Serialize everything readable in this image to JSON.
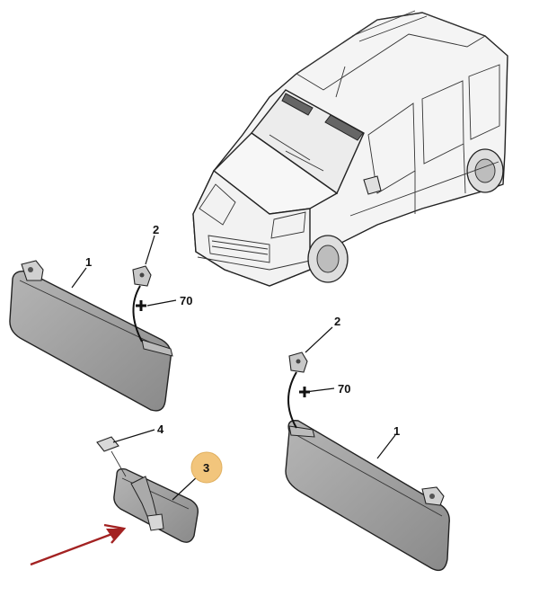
{
  "diagram": {
    "callouts": [
      {
        "id": "visor-left-label",
        "text": "1"
      },
      {
        "id": "clip-left-label",
        "text": "2"
      },
      {
        "id": "screw-left-label",
        "text": "70"
      },
      {
        "id": "visor-right-label",
        "text": "1"
      },
      {
        "id": "clip-right-label",
        "text": "2"
      },
      {
        "id": "screw-right-label",
        "text": "70"
      },
      {
        "id": "cover-label",
        "text": "4"
      },
      {
        "id": "mirror-label",
        "text": "3"
      }
    ],
    "highlight_color": "#f2c57c",
    "arrow_color": "#a32222",
    "part_fill_color": "#9a9a9a",
    "vehicle_fill_color": "#f2f2f2"
  }
}
